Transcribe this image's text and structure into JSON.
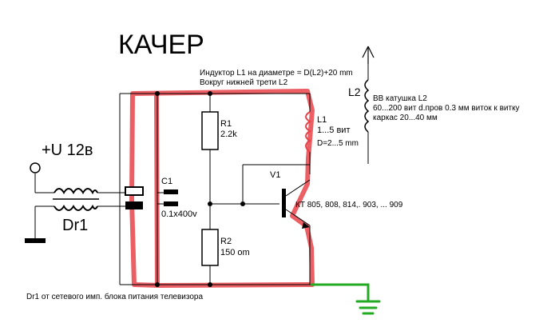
{
  "title": "КАЧЕР",
  "supply_label": "+U 12в",
  "dr1_label": "Dr1",
  "dr1_note": "Dr1 от сетевого имп. блока питания телевизора",
  "c1_label": "C1",
  "c1_value": "0.1x400v",
  "r1_label": "R1",
  "r1_value": "2.2k",
  "r2_label": "R2",
  "r2_value": "150 om",
  "v1_label": "V1",
  "v1_types": "КТ 805, 808, 814,. 903,  ... 909",
  "l1_label": "L1",
  "l1_turns": "1...5 вит",
  "l1_diameter": "D=2...5 mm",
  "l2_label": "L2",
  "inductor_note_line1": "Индуктор  L1 на диаметре = D(L2)+20 mm",
  "inductor_note_line2": "Вокруг  нижней трети L2",
  "l2_note_line1": "ВВ катушка  L2",
  "l2_note_line2": "60...200 вит d.пров 0.3 мм  виток к витку",
  "l2_note_line3": "каркас 20...40 мм",
  "colors": {
    "wire": "#000000",
    "highlight": "#e8434a",
    "ground": "#22aa22"
  }
}
